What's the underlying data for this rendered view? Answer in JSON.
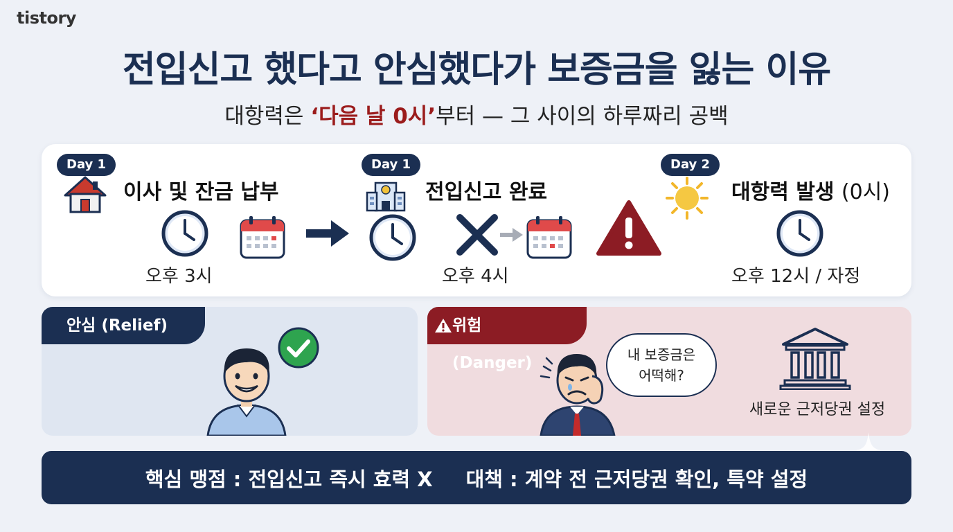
{
  "brand": "tistory",
  "title": "전입신고 했다고 안심했다가 보증금을 잃는 이유",
  "subtitle": {
    "prefix": "대항력은 ",
    "highlight": "‘다음 날 0시’",
    "suffix": "부터 — 그 사이의 하루짜리 공백"
  },
  "steps": [
    {
      "badge": "Day 1",
      "title": "이사 및 잔금 납부",
      "time": "오후 3시",
      "icon": "house-icon"
    },
    {
      "badge": "Day 1",
      "title": "전입신고 완료",
      "time": "오후 4시",
      "icon": "government-office-icon"
    },
    {
      "badge": "Day 2",
      "title": "대항력 발생",
      "title_note": "(0시)",
      "time": "오후 12시 / 자정",
      "icon": "sun-icon"
    }
  ],
  "relief": {
    "label": "안심 (Relief)"
  },
  "danger": {
    "label": "위험 (Danger)",
    "bubble_line1": "내 보증금은",
    "bubble_line2": "어떡해?",
    "bank_label": "새로운 근저당권 설정"
  },
  "bottom": {
    "left": "핵심 맹점 : 전입신고 즉시 효력 X",
    "right": "대책 : 계약 전 근저당권 확인, 특약 설정"
  },
  "colors": {
    "navy": "#1b2f52",
    "danger_red": "#8c1c24",
    "relief_bg": "#dfe6f1",
    "danger_bg": "#f0dcdf"
  }
}
